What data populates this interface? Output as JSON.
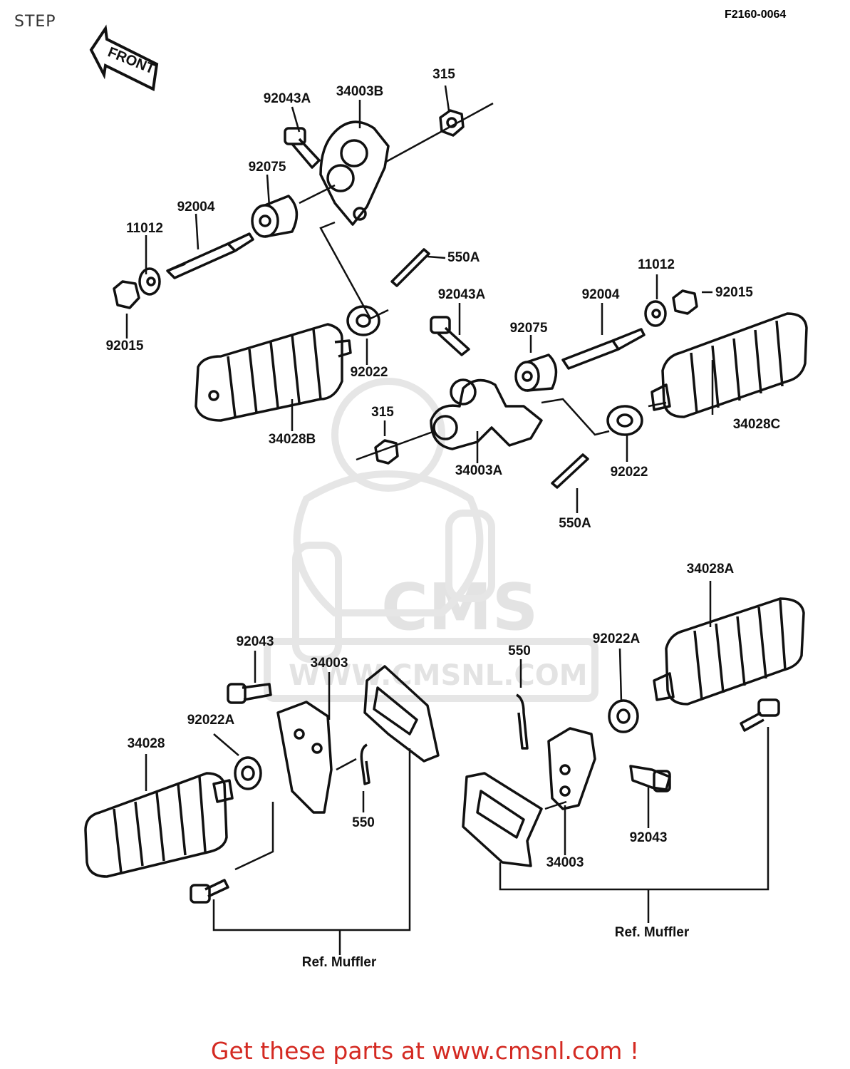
{
  "title": "STEP",
  "figure_code": "F2160-0064",
  "front_label": "FRONT",
  "watermark": {
    "brand": "CMS",
    "site": "WWW.CMSNL.COM"
  },
  "footer": "Get these parts at www.cmsnl.com !",
  "colors": {
    "footer": "#d42a22",
    "line": "#111111",
    "watermark": "#e3e3e3"
  },
  "labels": {
    "l315_top": "315",
    "l92043A_top": "92043A",
    "l34003B": "34003B",
    "l92075_top": "92075",
    "l92004_top": "92004",
    "l11012_top": "11012",
    "l550A_top": "550A",
    "l92015_left": "92015",
    "l92022_top": "92022",
    "l34028B": "34028B",
    "l92043A_mid": "92043A",
    "l92004_mid": "92004",
    "l11012_mid": "11012",
    "l92015_right": "92015",
    "l92075_mid": "92075",
    "l34028C": "34028C",
    "l315_mid": "315",
    "l34003A": "34003A",
    "l92022_mid": "92022",
    "l550A_mid": "550A",
    "l34028A": "34028A",
    "l92043_left": "92043",
    "l34003_left": "34003",
    "l550_right": "550",
    "l92022A_right": "92022A",
    "l92022A_left": "92022A",
    "l34028": "34028",
    "l550_left": "550",
    "l92043_right": "92043",
    "l34003_right": "34003",
    "ref_right": "Ref. Muffler",
    "ref_left": "Ref. Muffler"
  }
}
